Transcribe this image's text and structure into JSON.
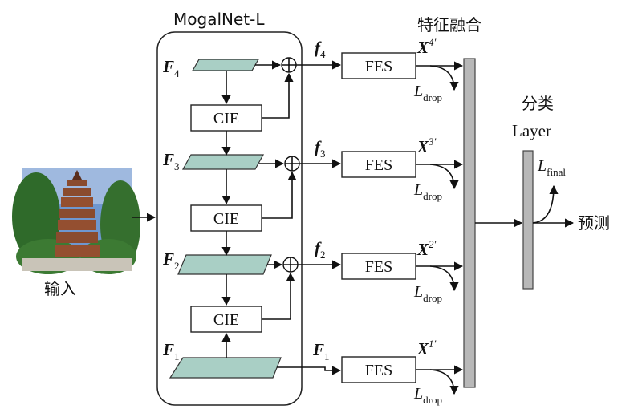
{
  "network": {
    "title": "MogalNet-L",
    "levels": [
      {
        "F_base": "F",
        "F_sub": "4",
        "f_base": "f",
        "f_sub": "4",
        "x_base": "X",
        "x_sup": "4′"
      },
      {
        "F_base": "F",
        "F_sub": "3",
        "f_base": "f",
        "f_sub": "3",
        "x_base": "X",
        "x_sup": "3′"
      },
      {
        "F_base": "F",
        "F_sub": "2",
        "f_base": "f",
        "f_sub": "2",
        "x_base": "X",
        "x_sup": "2′"
      },
      {
        "F_base": "F",
        "F_sub": "1",
        "f_base": "F",
        "f_sub": "1",
        "x_base": "X",
        "x_sup": "1′"
      }
    ],
    "cie_label": "CIE",
    "fes_label": "FES",
    "loss": {
      "base": "L",
      "drop_sub": "drop",
      "final_sub": "final"
    },
    "plus_symbol": "⊕"
  },
  "input_label": "输入",
  "fusion_label": "特征融合",
  "classifier": {
    "line1": "分类",
    "line2": "Layer"
  },
  "output_label": "预测",
  "colors": {
    "plate": "#a9cfc5",
    "bar": "#b8b8b8",
    "photo_sky": "#6f97cf",
    "photo_tree": "#2f6a2a",
    "pagoda": "#8a4b2e"
  }
}
